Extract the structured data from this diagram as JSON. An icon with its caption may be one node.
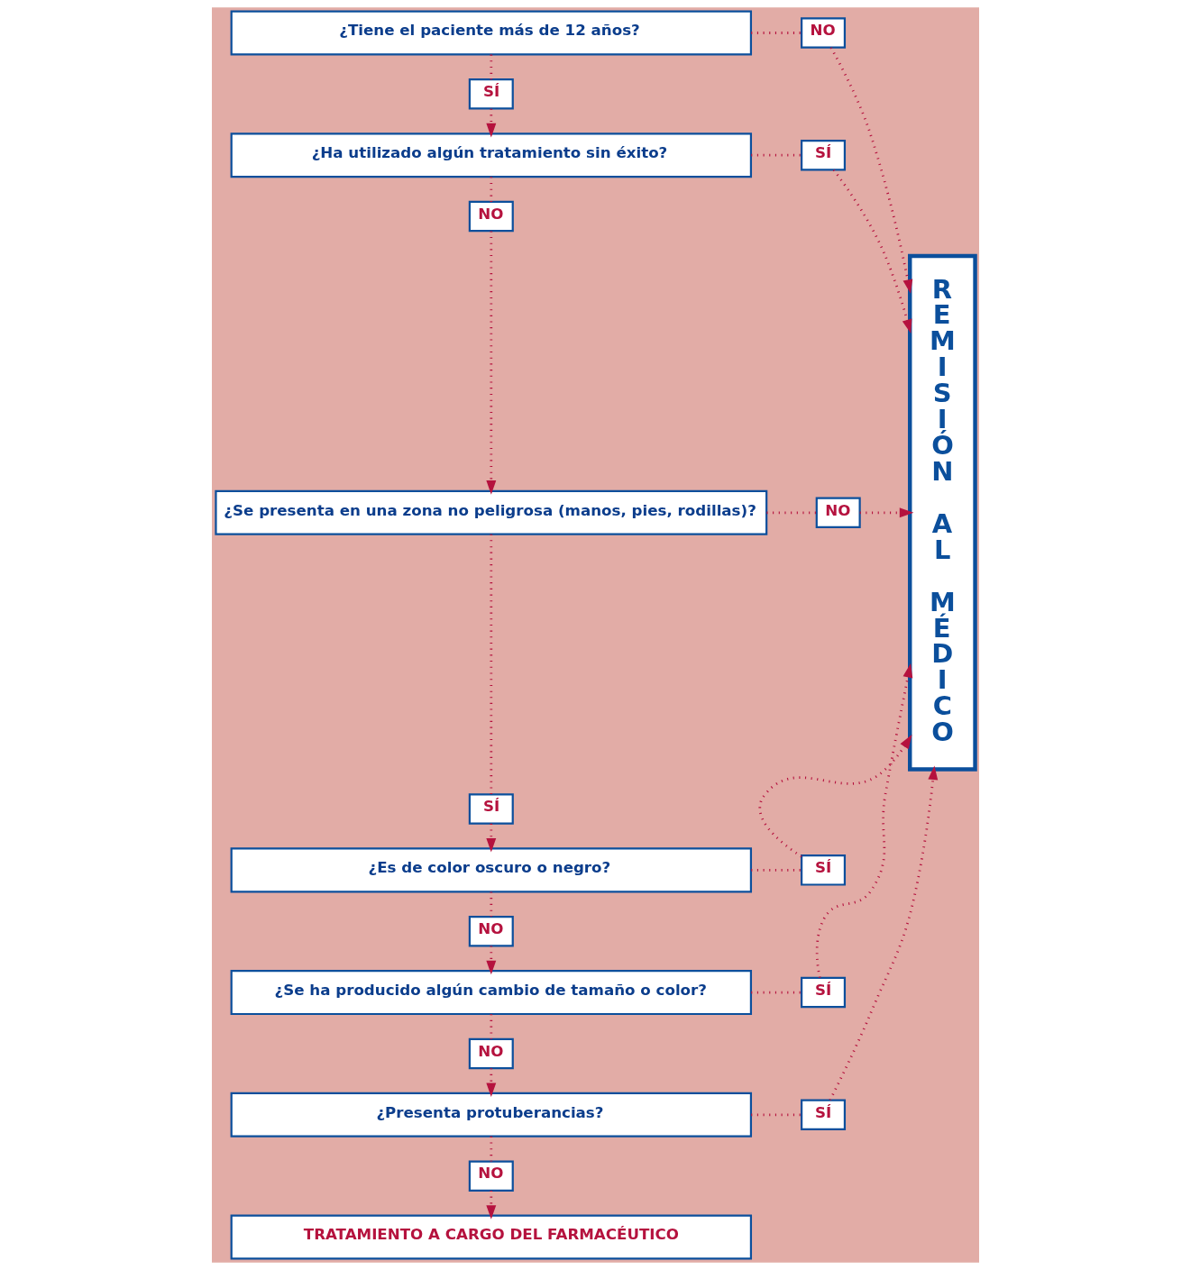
{
  "diagram": {
    "nodes": [
      {
        "text": [
          "¿Tiene el paciente más de 12 años?"
        ]
      },
      {
        "text": [
          "NO"
        ]
      },
      {
        "text": [
          "REMISIÓN AL MÉDICO"
        ]
      },
      {
        "text": [
          "SÍ"
        ]
      },
      {
        "text": [
          "¿Ha utilizado algún tratamiento sin éxito?"
        ]
      },
      {
        "text": [
          "SÍ"
        ]
      },
      {
        "text": [
          "NO"
        ]
      },
      {
        "text": [
          "¿Se presenta en una zona no peligrosa (manos, pies, rodillas)?"
        ]
      },
      {
        "text": [
          "NO"
        ]
      },
      {
        "text": [
          "SÍ"
        ]
      },
      {
        "text": [
          "¿Es de color oscuro o negro?"
        ]
      },
      {
        "text": [
          "SÍ"
        ]
      },
      {
        "text": [
          "NO"
        ]
      },
      {
        "text": [
          "¿Se ha producido algún cambio de tamaño o color?"
        ]
      },
      {
        "text": [
          "SÍ"
        ]
      },
      {
        "text": [
          "NO"
        ]
      },
      {
        "text": [
          "¿Presenta protuberancias?"
        ]
      },
      {
        "text": [
          "SÍ"
        ]
      },
      {
        "text": [
          "NO"
        ]
      },
      {
        "text": [
          "TRATAMIENTO A CARGO DEL FARMACÉUTICO"
        ]
      }
    ],
    "edges": [
      {
        "from": 0,
        "to": 1,
        "arrow": "none"
      },
      {
        "from": 1,
        "to": 2,
        "arrow": "to"
      },
      {
        "from": 0,
        "to": 3,
        "arrow": "none"
      },
      {
        "from": 3,
        "to": 4,
        "arrow": "to"
      },
      {
        "from": 4,
        "to": 5,
        "arrow": "none"
      },
      {
        "from": 5,
        "to": 2,
        "arrow": "to"
      },
      {
        "from": 4,
        "to": 6,
        "arrow": "none"
      },
      {
        "from": 6,
        "to": 7,
        "arrow": "to"
      },
      {
        "from": 7,
        "to": 8,
        "arrow": "none"
      },
      {
        "from": 8,
        "to": 2,
        "arrow": "to"
      },
      {
        "from": 7,
        "to": 9,
        "arrow": "none"
      },
      {
        "from": 9,
        "to": 10,
        "arrow": "to"
      },
      {
        "from": 10,
        "to": 11,
        "arrow": "none"
      },
      {
        "from": 11,
        "to": 2,
        "arrow": "to"
      },
      {
        "from": 10,
        "to": 12,
        "arrow": "none"
      },
      {
        "from": 12,
        "to": 13,
        "arrow": "to"
      },
      {
        "from": 13,
        "to": 14,
        "arrow": "none"
      },
      {
        "from": 14,
        "to": 2,
        "arrow": "to"
      },
      {
        "from": 13,
        "to": 15,
        "arrow": "none"
      },
      {
        "from": 15,
        "to": 16,
        "arrow": "to"
      },
      {
        "from": 16,
        "to": 17,
        "arrow": "none"
      },
      {
        "from": 17,
        "to": 2,
        "arrow": "to"
      },
      {
        "from": 16,
        "to": 18,
        "arrow": "none"
      },
      {
        "from": 18,
        "to": 19,
        "arrow": "to"
      }
    ]
  }
}
